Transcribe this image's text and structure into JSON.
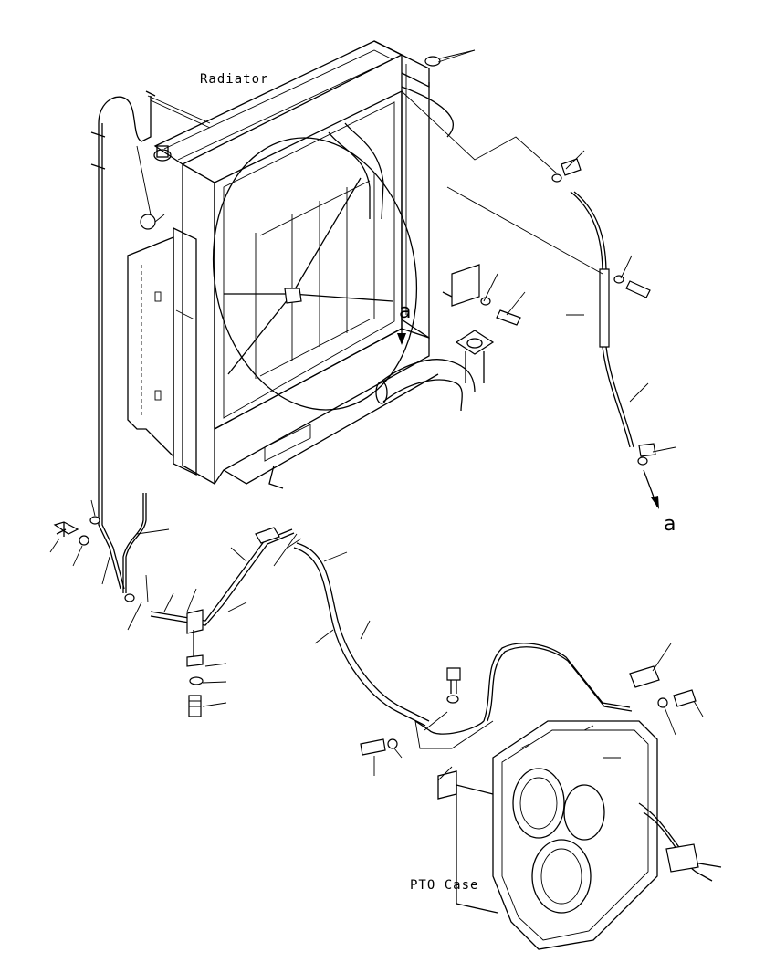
{
  "labels": {
    "radiator": "Radiator",
    "pto_case": "PTO Case",
    "view_a_1": "a",
    "view_a_2": "a"
  }
}
